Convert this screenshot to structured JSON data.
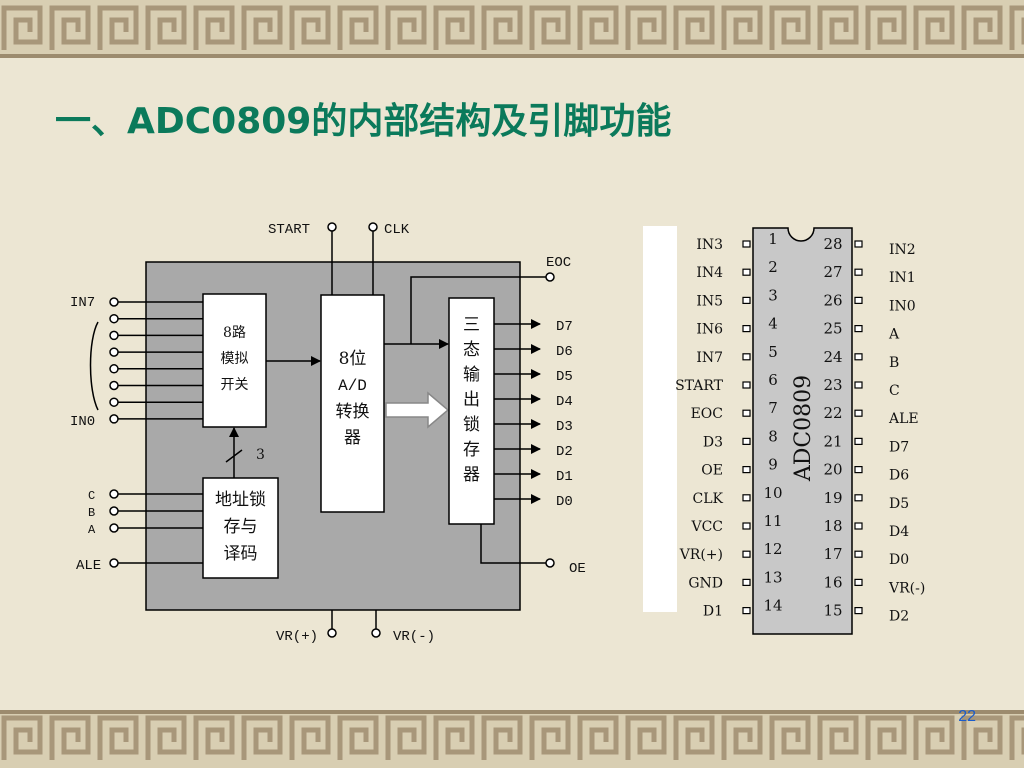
{
  "title": "一、ADC0809的内部结构及引脚功能",
  "page_number": "22",
  "block_diagram": {
    "signals_top": [
      "START",
      "CLK"
    ],
    "input_top": "IN7",
    "input_bottom": "IN0",
    "address_inputs": [
      "C",
      "B",
      "A"
    ],
    "ale": "ALE",
    "eoc": "EOC",
    "oe": "OE",
    "vref_pos": "VR(+)",
    "vref_neg": "VR(-)",
    "outputs": [
      "D7",
      "D6",
      "D5",
      "D4",
      "D3",
      "D2",
      "D1",
      "D0"
    ],
    "address_bus_width": "3",
    "mux_lines": [
      "8路",
      "模拟",
      "开关"
    ],
    "adc_lines": [
      "8位",
      "A/D",
      "转换",
      "器"
    ],
    "latch_lines": [
      "三",
      "态",
      "输",
      "出",
      "锁",
      "存",
      "器"
    ],
    "addr_lines": [
      "地址锁",
      "存与",
      "译码"
    ]
  },
  "pinout": {
    "chip_name": "ADC0809",
    "left_pins": [
      {
        "num": "1",
        "name": "IN3"
      },
      {
        "num": "2",
        "name": "IN4"
      },
      {
        "num": "3",
        "name": "IN5"
      },
      {
        "num": "4",
        "name": "IN6"
      },
      {
        "num": "5",
        "name": "IN7"
      },
      {
        "num": "6",
        "name": "START"
      },
      {
        "num": "7",
        "name": "EOC"
      },
      {
        "num": "8",
        "name": "D3"
      },
      {
        "num": "9",
        "name": "OE"
      },
      {
        "num": "10",
        "name": "CLK"
      },
      {
        "num": "11",
        "name": "VCC"
      },
      {
        "num": "12",
        "name": "VR(+)"
      },
      {
        "num": "13",
        "name": "GND"
      },
      {
        "num": "14",
        "name": "D1"
      }
    ],
    "right_pins": [
      {
        "num": "28",
        "name": "IN2"
      },
      {
        "num": "27",
        "name": "IN1"
      },
      {
        "num": "26",
        "name": "IN0"
      },
      {
        "num": "25",
        "name": "A"
      },
      {
        "num": "24",
        "name": "B"
      },
      {
        "num": "23",
        "name": "C"
      },
      {
        "num": "22",
        "name": "ALE"
      },
      {
        "num": "21",
        "name": "D7"
      },
      {
        "num": "20",
        "name": "D6"
      },
      {
        "num": "19",
        "name": "D5"
      },
      {
        "num": "18",
        "name": "D4"
      },
      {
        "num": "17",
        "name": "D0"
      },
      {
        "num": "16",
        "name": "VR(-)"
      },
      {
        "num": "15",
        "name": "D2"
      }
    ]
  }
}
